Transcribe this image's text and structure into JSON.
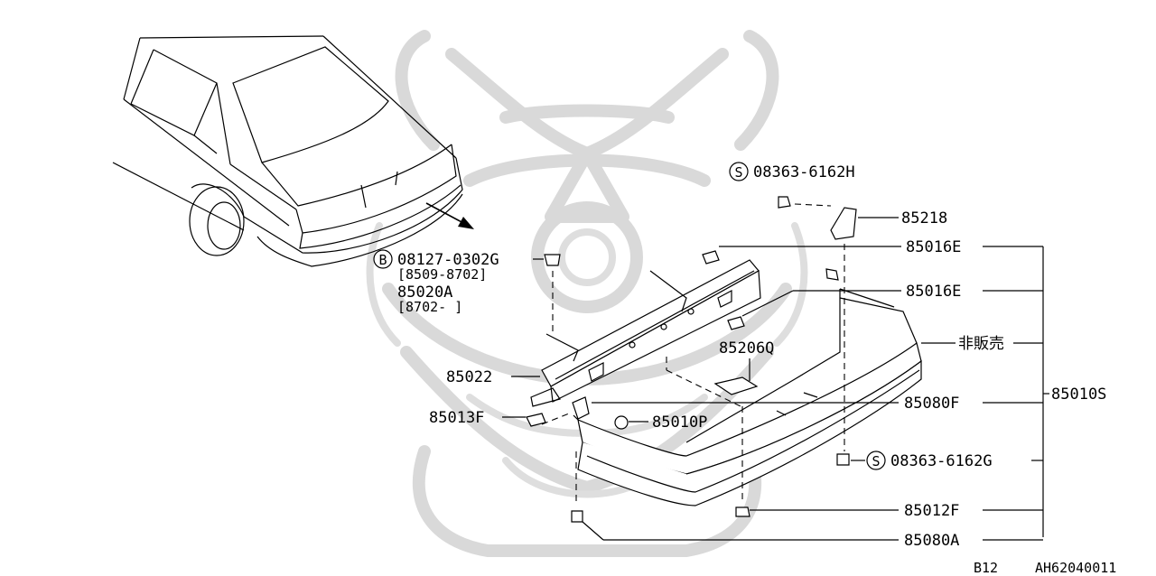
{
  "labels": {
    "screw_top": "08363-6162H",
    "screw_top_prefix": "S",
    "bracket": "85218",
    "clip_upper": "85016E",
    "clip_lower": "85016E",
    "bolt": "08127-0302G",
    "bolt_prefix": "B",
    "bolt_range": "[8509-8702]",
    "reinforce_alt": "85020A",
    "reinforce_alt_range": "[8702-   ]",
    "reinforce": "85022",
    "bracket_center": "85206Q",
    "not_sold": "非販売",
    "assembly": "85010S",
    "retainer": "85080F",
    "side_clip": "85013F",
    "cap": "85010P",
    "screw_bottom": "08363-6162G",
    "screw_bottom_prefix": "S",
    "grommet": "85012F",
    "screw_lower": "85080A"
  },
  "footer": {
    "page_code": "B12",
    "diagram_code": "AH62040011"
  }
}
